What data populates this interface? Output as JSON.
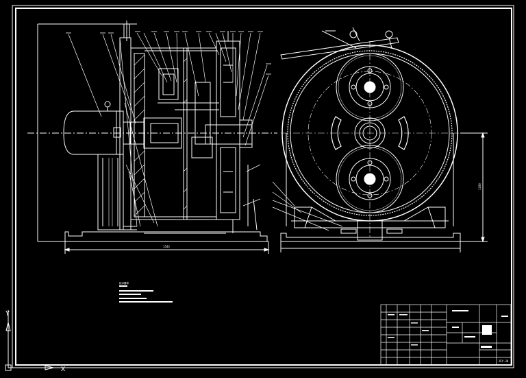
{
  "drawing": {
    "background": "#000000",
    "line_color": "#ffffff",
    "dims": {
      "bottom_overall": "1543",
      "height_right": "1100"
    },
    "notes_title": "技术要求"
  },
  "ucs_icon": {
    "y_label": "Y",
    "x_label": "X"
  },
  "title_block": {
    "name": "JSY-30"
  }
}
